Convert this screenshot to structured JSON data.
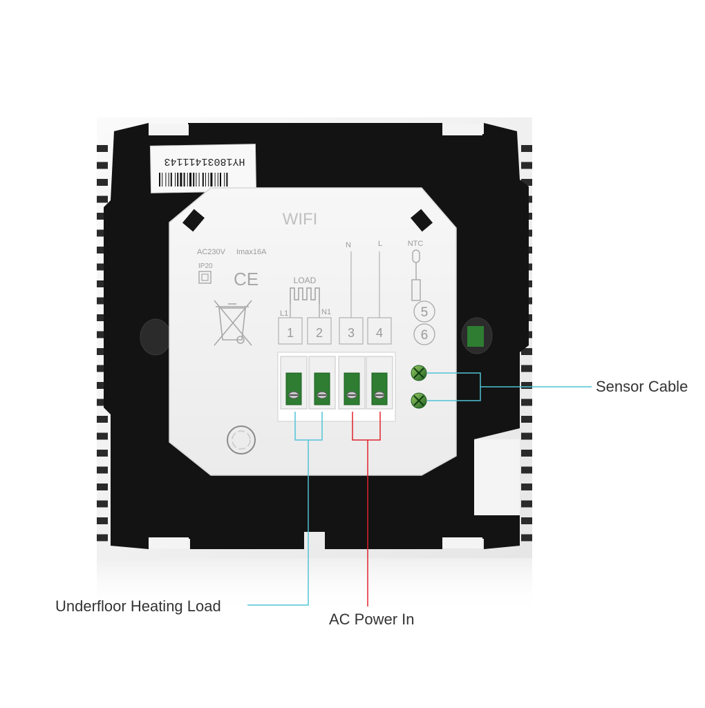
{
  "device": {
    "serial": "HY18031411143",
    "wifi_label": "WIFI",
    "voltage_rating": "AC230V",
    "current_rating": "Imax16A",
    "ip_rating": "IP20",
    "ce_mark": "CE",
    "load_label": "LOAD",
    "l1_label": "L1",
    "n1_label": "N1",
    "n_label": "N",
    "l_label": "L",
    "ntc_label": "NTC",
    "terminals": [
      "1",
      "2",
      "3",
      "4"
    ],
    "sensor_terminals": [
      "5",
      "6"
    ]
  },
  "callouts": {
    "sensor_cable": "Sensor Cable",
    "underfloor_load": "Underfloor Heating Load",
    "ac_power": "AC Power In"
  },
  "colors": {
    "load_line": "#4fc3d6",
    "power_line": "#e0222c",
    "sensor_line": "#4fc3d6",
    "panel_black": "#111111",
    "case_white": "#f2f2f2",
    "terminal_green": "#2e7d32"
  }
}
